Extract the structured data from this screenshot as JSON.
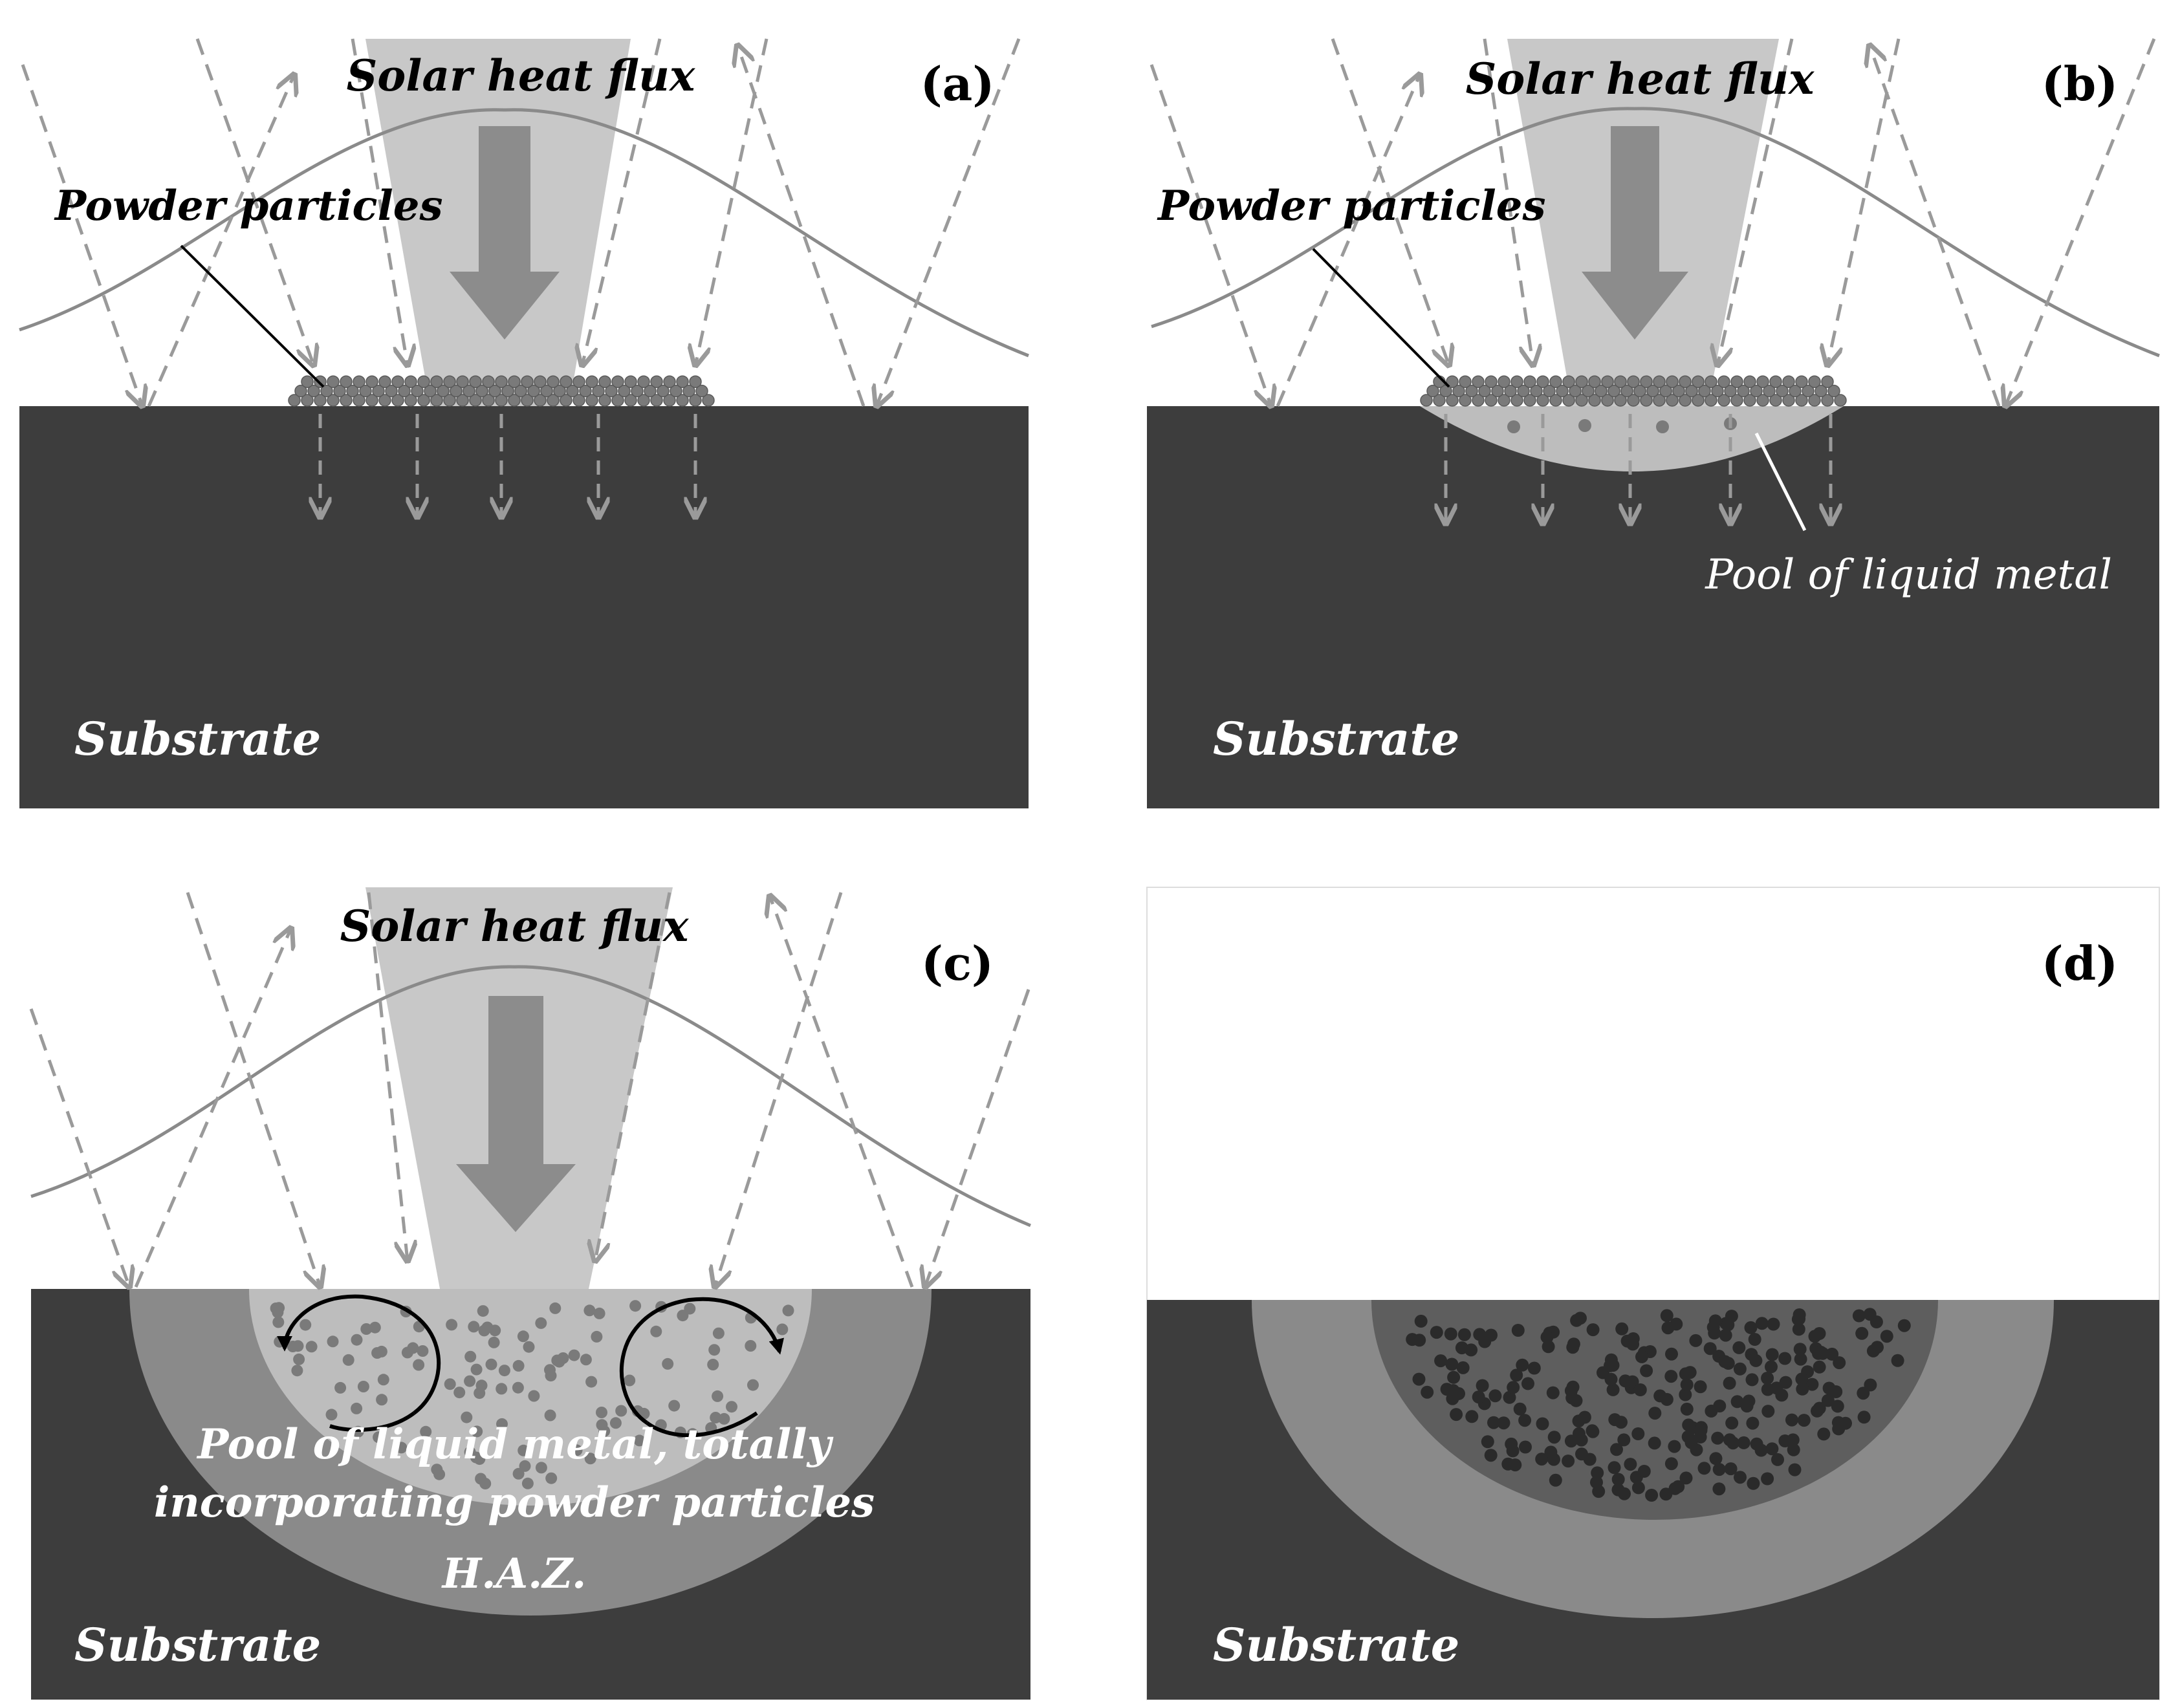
{
  "panels": [
    {
      "id": "a",
      "panel_label": "(a)",
      "heat_flux_label": "Solar heat flux",
      "powder_label": "Powder particles",
      "substrate_label": "Substrate"
    },
    {
      "id": "b",
      "panel_label": "(b)",
      "heat_flux_label": "Solar heat flux",
      "powder_label": "Powder particles",
      "pool_label": "Pool of liquid metal",
      "substrate_label": "Substrate"
    },
    {
      "id": "c",
      "panel_label": "(c)",
      "heat_flux_label": "Solar heat flux",
      "pool_label_line1": "Pool of liquid metal, totally",
      "pool_label_line2": "incorporating powder particles",
      "haz_label": "H.A.Z.",
      "substrate_label": "Substrate"
    },
    {
      "id": "d",
      "panel_label": "(d)",
      "substrate_label": "Substrate"
    }
  ],
  "colors": {
    "substrate": "#3d3d3d",
    "beam": "#c8c8c8",
    "beam_arrow": "#8c8c8c",
    "dashed_rays": "#9a9a9a",
    "gaussian_curve": "#8a8a8a",
    "powder_particle": "#7a7a7a",
    "liquid_pool": "#bdbdbd",
    "haz_zone": "#8a8a8a",
    "solidified_core": "#5e5e5e",
    "circulation_arrow": "#000000"
  }
}
